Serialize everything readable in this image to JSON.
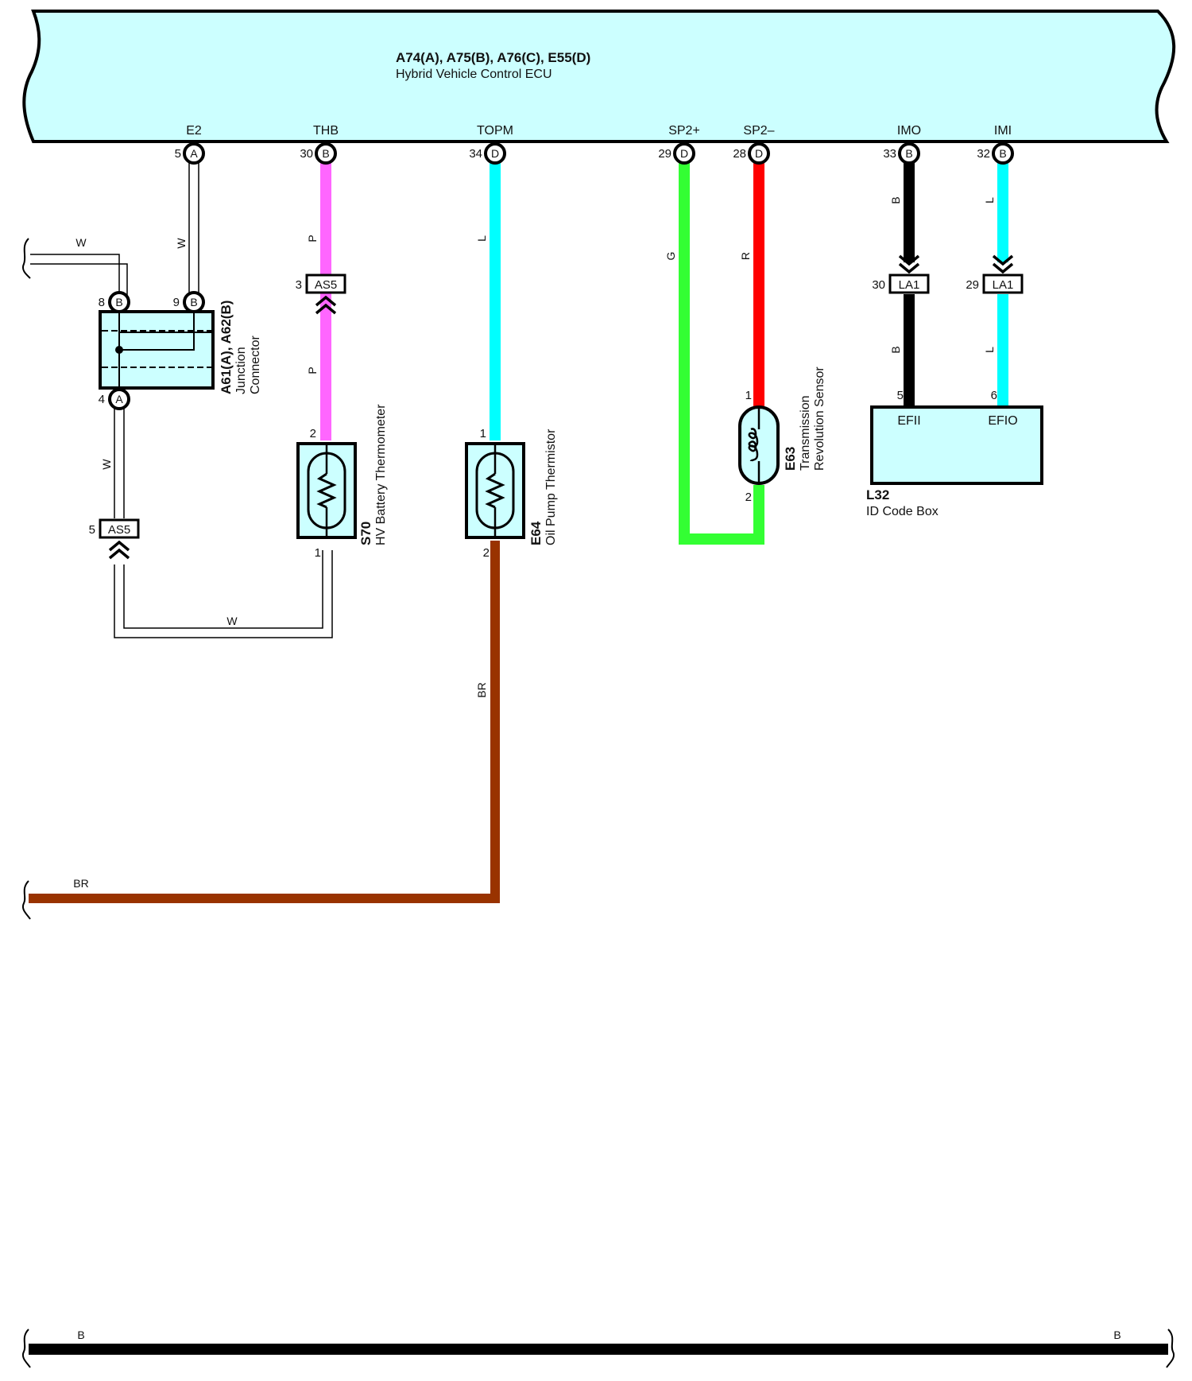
{
  "ecu": {
    "connectors": "A74(A), A75(B), A76(C), E55(D)",
    "name": "Hybrid Vehicle Control ECU",
    "fill_color": "#ccffff",
    "terminals": [
      {
        "signal": "E2",
        "pin": "5",
        "letter": "A"
      },
      {
        "signal": "THB",
        "pin": "30",
        "letter": "B"
      },
      {
        "signal": "TOPM",
        "pin": "34",
        "letter": "D"
      },
      {
        "signal": "SP2+",
        "pin": "29",
        "letter": "D"
      },
      {
        "signal": "SP2–",
        "pin": "28",
        "letter": "D"
      },
      {
        "signal": "IMO",
        "pin": "33",
        "letter": "B"
      },
      {
        "signal": "IMI",
        "pin": "32",
        "letter": "B"
      }
    ]
  },
  "junction_connector": {
    "code": "A61(A), A62(B)",
    "desc1": "Junction",
    "desc2": "Connector",
    "pins": [
      {
        "pin": "8",
        "letter": "B"
      },
      {
        "pin": "9",
        "letter": "B"
      },
      {
        "pin": "4",
        "letter": "A"
      }
    ]
  },
  "hv_thermometer": {
    "code": "S70",
    "name": "HV Battery Thermometer",
    "pin_top": "2",
    "pin_bottom": "1"
  },
  "oil_thermistor": {
    "code": "E64",
    "name": "Oil Pump Thermistor",
    "pin_top": "1",
    "pin_bottom": "2"
  },
  "rev_sensor": {
    "code": "E63",
    "name1": "Transmission",
    "name2": "Revolution Sensor",
    "pin_top": "1",
    "pin_bottom": "2"
  },
  "id_box": {
    "code": "L32",
    "name": "ID Code Box",
    "pin_efii": "5",
    "pin_efio": "6",
    "label_efii": "EFII",
    "label_efio": "EFIO"
  },
  "inline_connectors": [
    {
      "label": "AS5",
      "pin": "3"
    },
    {
      "label": "AS5",
      "pin": "5"
    },
    {
      "label": "LA1",
      "pin": "30"
    },
    {
      "label": "LA1",
      "pin": "29"
    }
  ],
  "wire_labels": {
    "w_left": "W",
    "w_e2": "W",
    "w_junction": "W",
    "w_bottom": "W",
    "p_upper": "P",
    "p_lower": "P",
    "l_topm": "L",
    "br_vertical": "BR",
    "br_bottom": "BR",
    "g": "G",
    "r": "R",
    "b_upper": "B",
    "b_lower": "B",
    "l_imi_upper": "L",
    "l_imi_lower": "L",
    "b_bus_left": "B",
    "b_bus_right": "B"
  },
  "wire_colors": {
    "W": "#ffffff",
    "P": "#ff66ff",
    "L": "#00ffff",
    "BR": "#993300",
    "G": "#33ff33",
    "R": "#ff0000",
    "B": "#000000"
  }
}
